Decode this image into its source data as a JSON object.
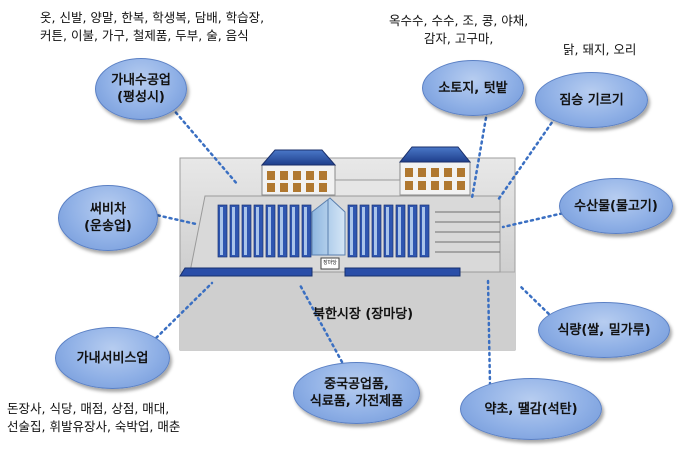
{
  "center_label": "북한시장 (장마당)",
  "sign_label": "장마당",
  "nodes": [
    {
      "id": "manufacturing",
      "lines": [
        "가내수공업",
        "(평성시)"
      ]
    },
    {
      "id": "farmland",
      "lines": [
        "소토지, 텃밭"
      ]
    },
    {
      "id": "livestock",
      "lines": [
        "짐승 기르기"
      ]
    },
    {
      "id": "transport",
      "lines": [
        "써비차",
        "(운송업)"
      ]
    },
    {
      "id": "fishery",
      "lines": [
        "수산물(물고기)"
      ]
    },
    {
      "id": "food",
      "lines": [
        "식량(쌀, 밀가루)"
      ]
    },
    {
      "id": "home-service",
      "lines": [
        "가내서비스업"
      ]
    },
    {
      "id": "chinese-goods",
      "lines": [
        "중국공업품,",
        "식료품, 가전제품"
      ]
    },
    {
      "id": "herbs-fuel",
      "lines": [
        "약초, 땔감(석탄)"
      ]
    }
  ],
  "notes": {
    "manufacturing": [
      "옷, 신발, 양말, 한복, 학생복, 담배, 학습장,",
      "커튼, 이불, 가구, 철제품, 두부, 술, 음식"
    ],
    "farmland": [
      "옥수수, 수수, 조, 콩, 야채,",
      "감자, 고구마,"
    ],
    "livestock": [
      "닭, 돼지, 오리"
    ],
    "home-service": [
      "돈장사, 식당, 매점, 상점, 매대,",
      "선술집, 휘발유장사, 숙박업, 매춘"
    ]
  }
}
